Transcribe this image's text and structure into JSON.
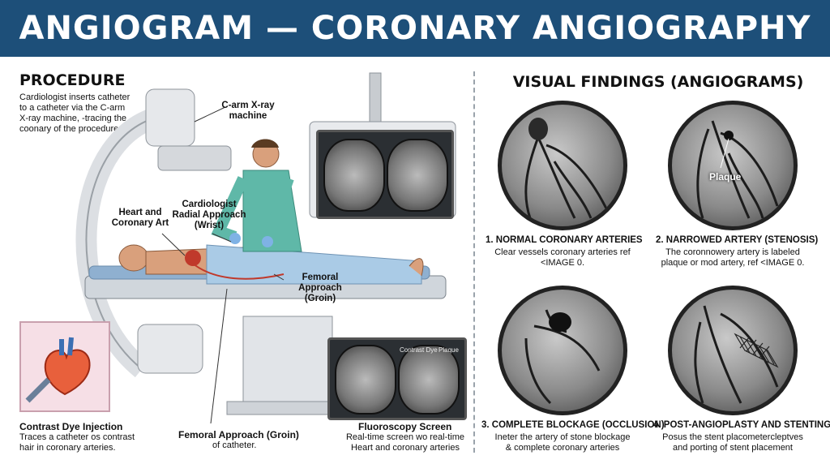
{
  "title": "ANGIOGRAM — CORONARY ANGIOGRAPHY",
  "procedure": {
    "heading": "PROCEDURE",
    "description": "Cardiologist inserts catheter to a catheter via the C-arm X-ray machine, -tracing the coonary of the procedure.",
    "labels": {
      "carm": "C-arm X-ray machine",
      "heart": "Heart and Coronary Art",
      "radial": "Cardiologist Radial Approach (Wrist)",
      "femoral": "Femoral Approach (Groin)"
    },
    "contrast": {
      "title": "Contrast Dye Injection",
      "text": "Traces a catheter os contrast hair in coronary arteries."
    },
    "femoral_bottom": {
      "title": "Femoral Approach (Groin)",
      "text": "of catheter."
    },
    "fluoro": {
      "title": "Fluoroscopy Screen",
      "text": "Real-time screen wo real-time Heart and coronary arteries",
      "overlay_left": "Contrast Dye",
      "overlay_right": "Plaque"
    }
  },
  "findings": {
    "heading": "VISUAL FINDINGS (ANGIOGRAMS)",
    "items": [
      {
        "title": "1. NORMAL CORONARY ARTERIES",
        "text": "Clear vessels coronary arteries ref <IMAGE 0."
      },
      {
        "title": "2. NARROWED ARTERY (STENOSIS)",
        "text": "The coronnowery artery is labeled plaque or mod artery, ref <IMAGE 0.",
        "annotation": "Plaque"
      },
      {
        "title": "3. COMPLETE BLOCKAGE (OCCLUSION)",
        "text": "Ineter the artery of stone blockage & complete coronary arteries"
      },
      {
        "title": "4. POST-ANGIOPLASTY AND STENTING",
        "text": "Posus the stent placometercleptves and porting of stent placement"
      }
    ]
  },
  "colors": {
    "banner": "#1d4f79",
    "scrubs": "#5fb8a8",
    "sheet": "#aacbe6",
    "artery": "#c0392b"
  }
}
